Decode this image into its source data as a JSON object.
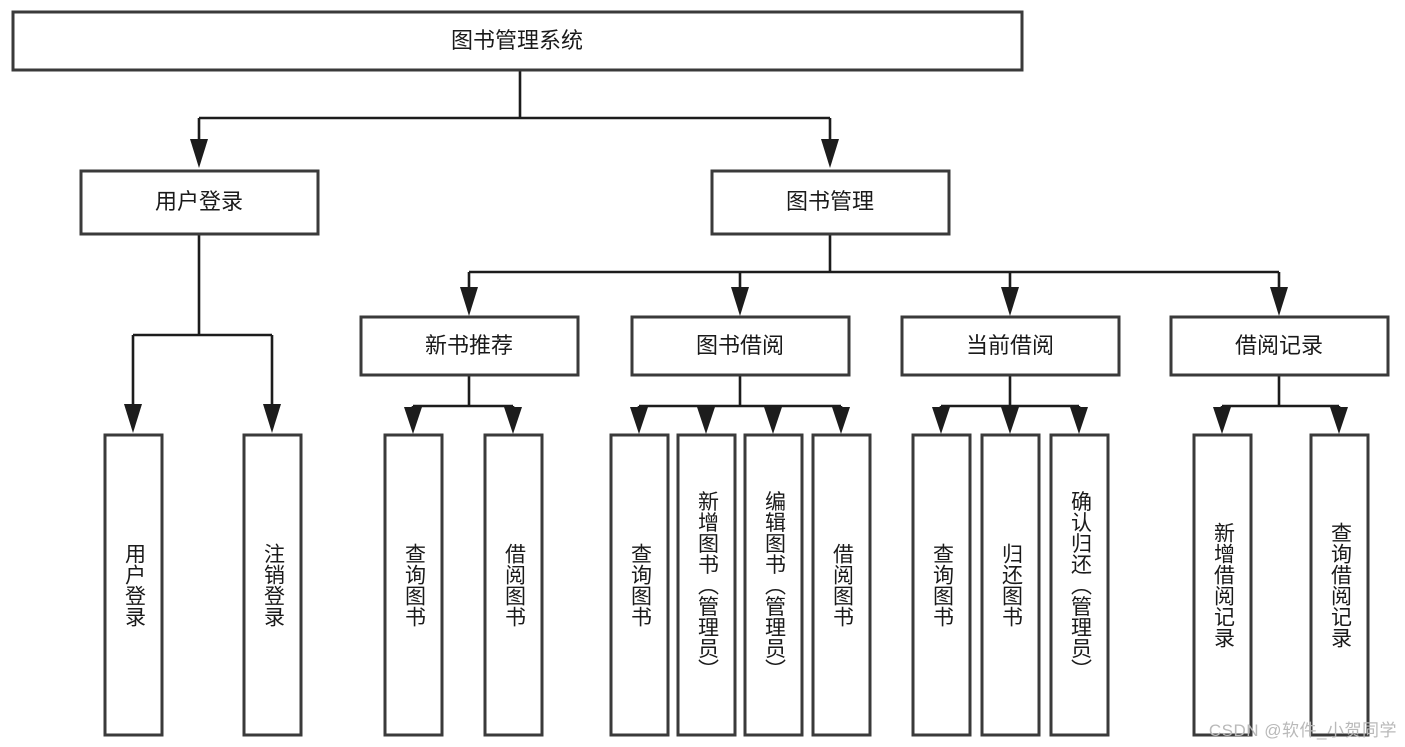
{
  "diagram": {
    "title": "图书管理系统",
    "type": "tree",
    "orientation": "top-down",
    "colors": {
      "box_stroke": "#3a3a3a",
      "box_fill": "#ffffff",
      "connector": "#1c1c1c",
      "label_text": "#1a1a1a",
      "background": "#ffffff",
      "watermark": "#b9b9b9"
    },
    "root": {
      "label": "图书管理系统"
    },
    "level2": [
      {
        "label": "用户登录"
      },
      {
        "label": "图书管理"
      }
    ],
    "level3": [
      {
        "label": "新书推荐"
      },
      {
        "label": "图书借阅"
      },
      {
        "label": "当前借阅"
      },
      {
        "label": "借阅记录"
      }
    ],
    "leaves": {
      "user_login": [
        {
          "label": "用户登录"
        },
        {
          "label": "注销登录"
        }
      ],
      "new_book_recommend": [
        {
          "label": "查询图书"
        },
        {
          "label": "借阅图书"
        }
      ],
      "book_borrow": [
        {
          "label": "查询图书"
        },
        {
          "label": "新增图书（管理员）"
        },
        {
          "label": "编辑图书（管理员）"
        },
        {
          "label": "借阅图书"
        }
      ],
      "current_borrow": [
        {
          "label": "查询图书"
        },
        {
          "label": "归还图书"
        },
        {
          "label": "确认归还（管理员）"
        }
      ],
      "borrow_record": [
        {
          "label": "新增借阅记录"
        },
        {
          "label": "查询借阅记录"
        }
      ]
    }
  },
  "watermark": {
    "text": "CSDN @软件_小贺同学"
  }
}
